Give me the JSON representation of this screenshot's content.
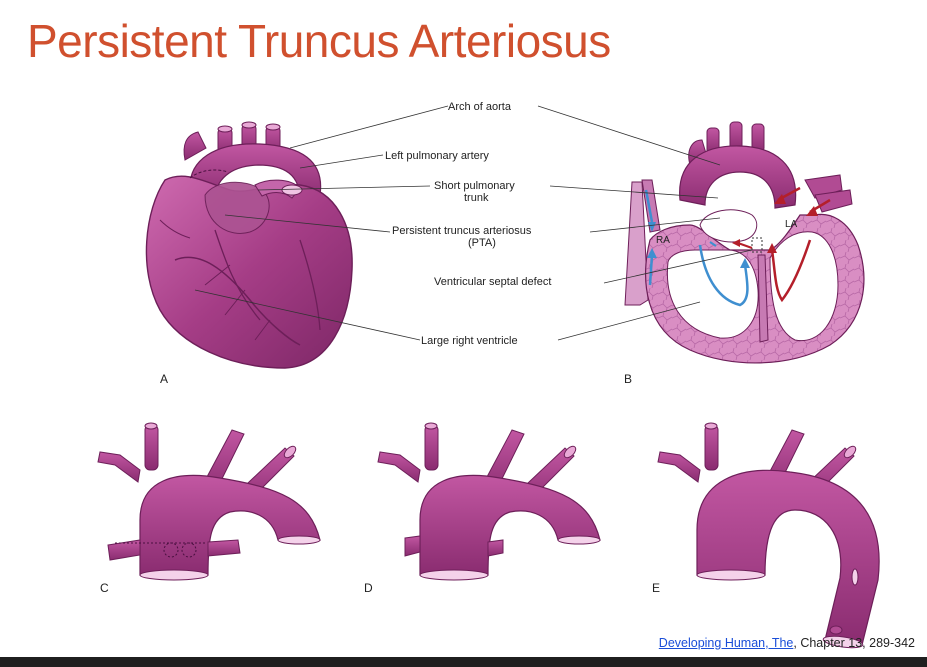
{
  "slide": {
    "title": "Persistent Truncus Arteriosus"
  },
  "labels": {
    "arch": "Arch of aorta",
    "lpa": "Left pulmonary artery",
    "spt1": "Short pulmonary",
    "spt2": "trunk",
    "pta1": "Persistent truncus arteriosus",
    "pta2": "(PTA)",
    "vsd": "Ventricular septal defect",
    "lrv": "Large right ventricle",
    "ra": "RA",
    "la": "LA"
  },
  "panels": {
    "a": "A",
    "b": "B",
    "c": "C",
    "d": "D",
    "e": "E"
  },
  "citation": {
    "link_text": "Developing Human, The",
    "rest": ", Chapter 13, 289-342"
  },
  "colors": {
    "title": "#d0502e",
    "heart": "#b1498e",
    "blood_blue": "#3f8fd0",
    "blood_red": "#b41f2a"
  }
}
